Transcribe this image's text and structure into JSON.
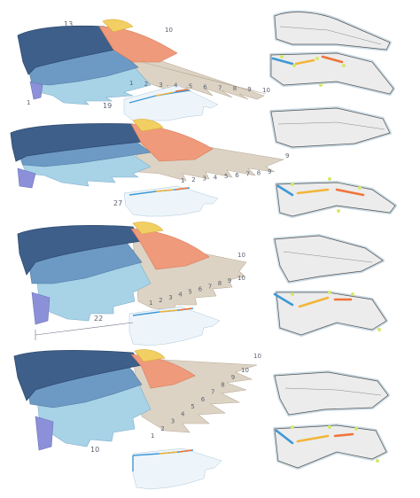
{
  "colors": {
    "background": "#ffffff",
    "navy": "#3e5f8a",
    "navy_dark": "#2f4b70",
    "mid_blue": "#6d9ac4",
    "light_blue": "#a8d2e6",
    "purple": "#8c90d8",
    "yellow": "#f2cf62",
    "salmon": "#ef9a7a",
    "orange_line": "#f0743a",
    "tan": "#ddd3c4",
    "tan_stroke": "#b9ad9a",
    "bone_blue": "#3e98d6",
    "bone_yellow": "#f2b53a",
    "bone_orange": "#f0743a",
    "joint_dot": "#d6e86a",
    "sketch_fill": "#ececec",
    "sketch_outline": "#c9d9e3"
  },
  "wings": [
    {
      "id": "wing-1",
      "labels": {
        "coverts_count": "13",
        "secondaries_count": "19",
        "primaries_count": "10",
        "primary_numbers": [
          "1",
          "2",
          "3",
          "4",
          "5",
          "6",
          "7",
          "8",
          "9",
          "10"
        ],
        "leading": "1"
      }
    },
    {
      "id": "wing-2",
      "labels": {
        "coverts_count": "",
        "secondaries_count": "27",
        "primaries_count": "9",
        "primary_numbers": [
          "1",
          "2",
          "3",
          "4",
          "5",
          "6",
          "7",
          "8",
          "9"
        ],
        "leading": ""
      }
    },
    {
      "id": "wing-3",
      "labels": {
        "coverts_count": "",
        "secondaries_count": "22",
        "primaries_count": "10",
        "primary_numbers": [
          "1",
          "2",
          "3",
          "4",
          "5",
          "6",
          "7",
          "8",
          "9",
          "10"
        ],
        "leading": ""
      }
    },
    {
      "id": "wing-4",
      "labels": {
        "coverts_count": "",
        "secondaries_count": "10",
        "primaries_count": "10",
        "primary_numbers": [
          "1",
          "2",
          "3",
          "4",
          "5",
          "6",
          "7",
          "8",
          "9",
          "10"
        ],
        "leading": ""
      }
    }
  ]
}
